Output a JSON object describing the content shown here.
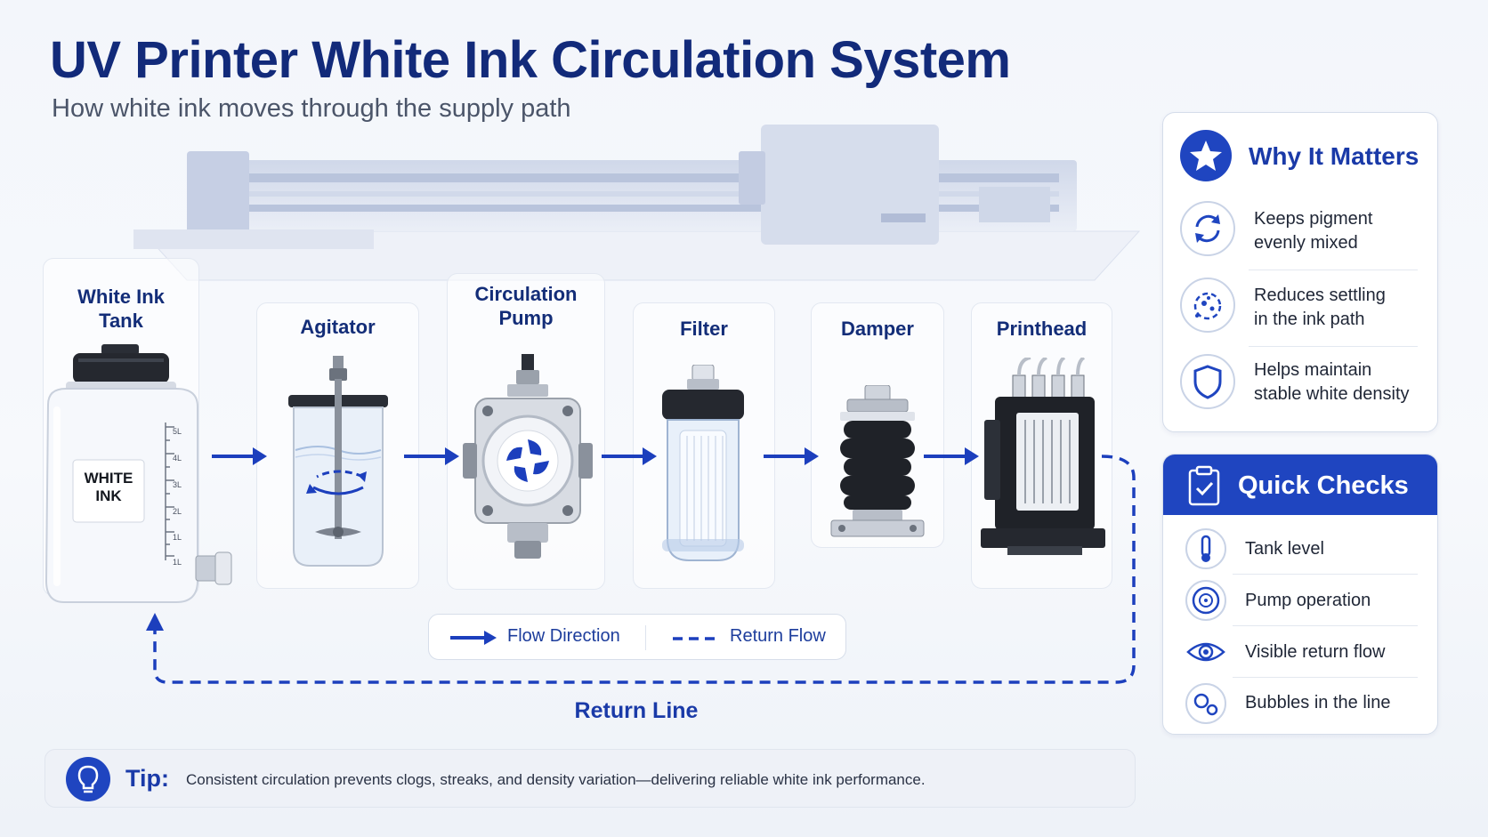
{
  "header": {
    "title": "UV Printer White Ink Circulation System",
    "subtitle": "How white ink moves through the supply path"
  },
  "stages": [
    {
      "id": "tank",
      "label": "White Ink\nTank",
      "tank_label": "WHITE\nINK",
      "scale": [
        "5L",
        "4L",
        "3L",
        "2L",
        "1L",
        "1L"
      ]
    },
    {
      "id": "agitator",
      "label": "Agitator"
    },
    {
      "id": "pump",
      "label": "Circulation\nPump"
    },
    {
      "id": "filter",
      "label": "Filter"
    },
    {
      "id": "damper",
      "label": "Damper"
    },
    {
      "id": "printhead",
      "label": "Printhead"
    }
  ],
  "legend": {
    "flow": "Flow Direction",
    "return": "Return Flow"
  },
  "return_line_label": "Return Line",
  "tip": {
    "label": "Tip:",
    "text": "Consistent circulation prevents clogs, streaks, and density variation—delivering reliable white ink performance."
  },
  "why_it_matters": {
    "title": "Why It Matters",
    "icon": "star-icon",
    "items": [
      {
        "icon": "refresh-icon",
        "text": "Keeps pigment\nevenly mixed"
      },
      {
        "icon": "particles-icon",
        "text": "Reduces settling\nin the ink path"
      },
      {
        "icon": "shield-icon",
        "text": "Helps maintain\nstable white density"
      }
    ]
  },
  "quick_checks": {
    "title": "Quick Checks",
    "icon": "clipboard-check-icon",
    "items": [
      {
        "icon": "thermometer-icon",
        "text": "Tank level"
      },
      {
        "icon": "gauge-icon",
        "text": "Pump operation"
      },
      {
        "icon": "eye-icon",
        "text": "Visible return flow"
      },
      {
        "icon": "bubbles-icon",
        "text": "Bubbles in the line"
      }
    ]
  },
  "colors": {
    "title": "#122a7a",
    "accent": "#1f45c0",
    "flow_arrow": "#1c3fbd",
    "text": "#1f2636"
  }
}
